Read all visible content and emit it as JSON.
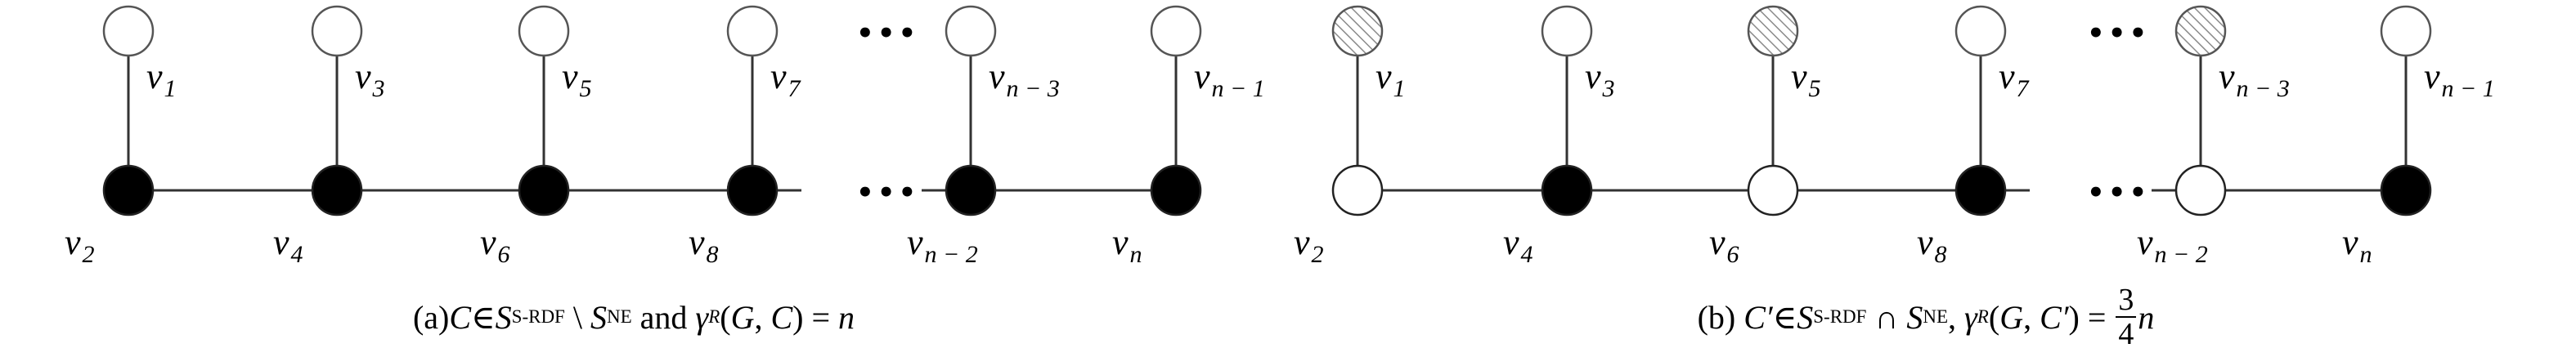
{
  "panels": [
    {
      "id": "a",
      "top": [
        {
          "base": "v",
          "sub": "1",
          "fill": "white"
        },
        {
          "base": "v",
          "sub": "3",
          "fill": "white"
        },
        {
          "base": "v",
          "sub": "5",
          "fill": "white"
        },
        {
          "base": "v",
          "sub": "7",
          "fill": "white"
        },
        {
          "base": "v",
          "sub": "n − 3",
          "fill": "white"
        },
        {
          "base": "v",
          "sub": "n − 1",
          "fill": "white"
        }
      ],
      "bottom": [
        {
          "base": "v",
          "sub": "2",
          "fill": "black"
        },
        {
          "base": "v",
          "sub": "4",
          "fill": "black"
        },
        {
          "base": "v",
          "sub": "6",
          "fill": "black"
        },
        {
          "base": "v",
          "sub": "8",
          "fill": "black"
        },
        {
          "base": "v",
          "sub": "n − 2",
          "fill": "black"
        },
        {
          "base": "v",
          "sub": "n",
          "fill": "black"
        }
      ],
      "caption": {
        "p1": "(a) ",
        "C": "C",
        "in": "∈",
        "S1": "S",
        "S1sub": "S-RDF",
        "setminus": " \\ ",
        "S2": "S",
        "S2sub": "NE",
        "and": " and ",
        "gamma": "γ",
        "gsub": "R",
        "args_open": "(",
        "G": "G",
        "comma": ", ",
        "C2": "C",
        "args_close": ") = ",
        "n": "n"
      }
    },
    {
      "id": "b",
      "top": [
        {
          "base": "v",
          "sub": "1",
          "fill": "hatched"
        },
        {
          "base": "v",
          "sub": "3",
          "fill": "white"
        },
        {
          "base": "v",
          "sub": "5",
          "fill": "hatched"
        },
        {
          "base": "v",
          "sub": "7",
          "fill": "white"
        },
        {
          "base": "v",
          "sub": "n − 3",
          "fill": "hatched"
        },
        {
          "base": "v",
          "sub": "n − 1",
          "fill": "white"
        }
      ],
      "bottom": [
        {
          "base": "v",
          "sub": "2",
          "fill": "white"
        },
        {
          "base": "v",
          "sub": "4",
          "fill": "black"
        },
        {
          "base": "v",
          "sub": "6",
          "fill": "white"
        },
        {
          "base": "v",
          "sub": "8",
          "fill": "black"
        },
        {
          "base": "v",
          "sub": "n − 2",
          "fill": "white"
        },
        {
          "base": "v",
          "sub": "n",
          "fill": "black"
        }
      ],
      "caption": {
        "p1": "(b) ",
        "Cp": "C′",
        "in": "∈",
        "S1": "S",
        "S1sub": "S-RDF",
        "cap": " ∩ ",
        "S2": "S",
        "S2sub": "NE",
        "comma1": ", ",
        "gamma": "γ",
        "gsub": "R",
        "args_open": "(",
        "G": "G",
        "comma2": ", ",
        "Cp2": "C′",
        "args_close": ") = ",
        "num": "3",
        "den": "4",
        "n": "n"
      }
    }
  ],
  "ellipsis": "•••",
  "colors": {
    "black_node": "#000000",
    "white_node": "#ffffff",
    "stroke": "#333333",
    "hatch": "#8a8a8a"
  }
}
